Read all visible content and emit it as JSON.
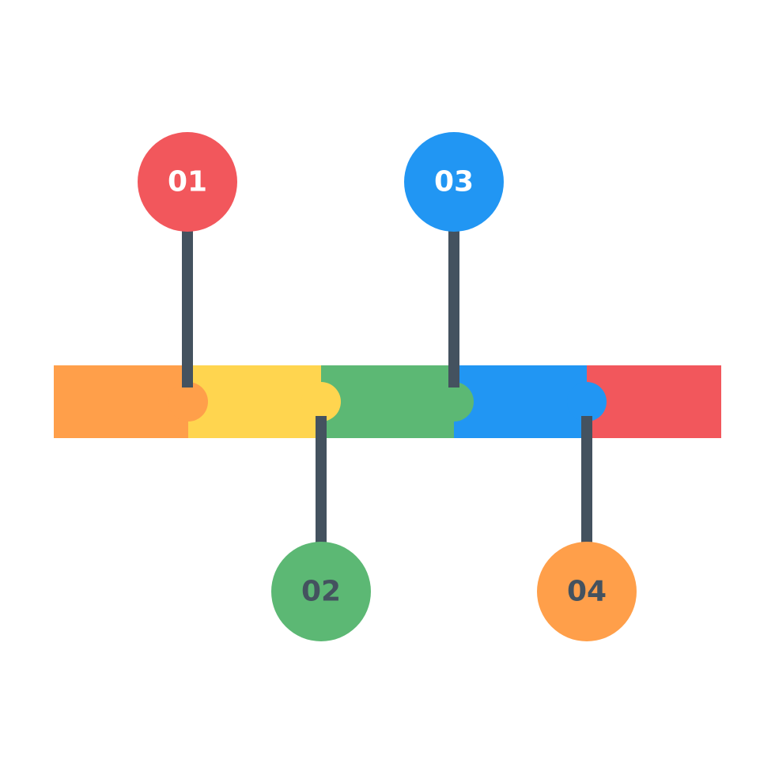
{
  "colors": {
    "connector": "#44525f",
    "label_light": "#ffffff",
    "label_dark": "#44525f",
    "orange": "#ff9f4a",
    "yellow": "#ffd54f",
    "green": "#5cb874",
    "blue": "#2196f3",
    "red": "#f2575c"
  },
  "timeline": {
    "segments": [
      {
        "name": "segment-1",
        "color": "#ff9f4a"
      },
      {
        "name": "segment-2",
        "color": "#ffd54f"
      },
      {
        "name": "segment-3",
        "color": "#5cb874"
      },
      {
        "name": "segment-4",
        "color": "#2196f3"
      },
      {
        "name": "segment-5",
        "color": "#f2575c"
      }
    ]
  },
  "markers": [
    {
      "label": "01",
      "color": "#f2575c",
      "label_color": "#ffffff",
      "side": "top"
    },
    {
      "label": "02",
      "color": "#5cb874",
      "label_color": "#44525f",
      "side": "bottom"
    },
    {
      "label": "03",
      "color": "#2196f3",
      "label_color": "#ffffff",
      "side": "top"
    },
    {
      "label": "04",
      "color": "#ff9f4a",
      "label_color": "#44525f",
      "side": "bottom"
    }
  ]
}
